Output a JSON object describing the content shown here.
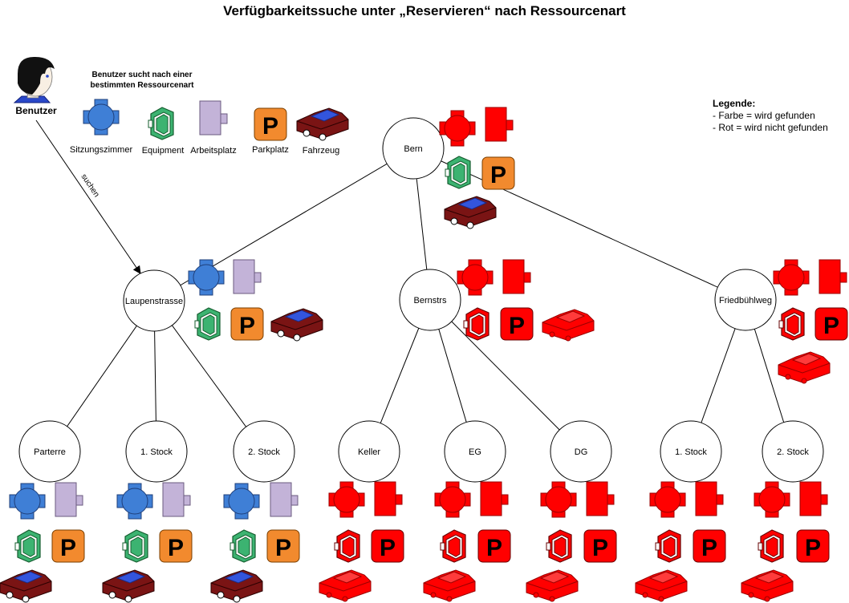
{
  "title": "Verfügbarkeitssuche unter „Reservieren“ nach Ressourcenart",
  "user": {
    "label": "Benutzer",
    "note_line1": "Benutzer sucht nach einer",
    "note_line2": "bestimmten Ressourcenart",
    "action": "suchen"
  },
  "resource_types": [
    {
      "label": "Sitzungszimmer",
      "icon": "meeting-room-icon"
    },
    {
      "label": "Equipment",
      "icon": "equipment-icon"
    },
    {
      "label": "Arbeitsplatz",
      "icon": "workplace-icon"
    },
    {
      "label": "Parkplatz",
      "icon": "parking-icon"
    },
    {
      "label": "Fahrzeug",
      "icon": "vehicle-icon"
    }
  ],
  "legend": {
    "title": "Legende:",
    "line1": "- Farbe = wird gefunden",
    "line2": "- Rot = wird nicht gefunden"
  },
  "colors": {
    "meeting": "#3f7fd6",
    "equipment": "#3cb371",
    "workplace": "#c3b3d8",
    "parking": "#f28a2e",
    "vehicle": "#7a1414",
    "not_found": "#ff0000"
  },
  "nodes": {
    "bern": "Bern",
    "laupen": "Laupenstrasse",
    "bernstrs": "Bernstrs",
    "fried": "Friedbühlweg",
    "parterre": "Parterre",
    "l_stock1": "1. Stock",
    "l_stock2": "2. Stock",
    "keller": "Keller",
    "eg": "EG",
    "dg": "DG",
    "f_stock1": "1. Stock",
    "f_stock2": "2. Stock"
  }
}
